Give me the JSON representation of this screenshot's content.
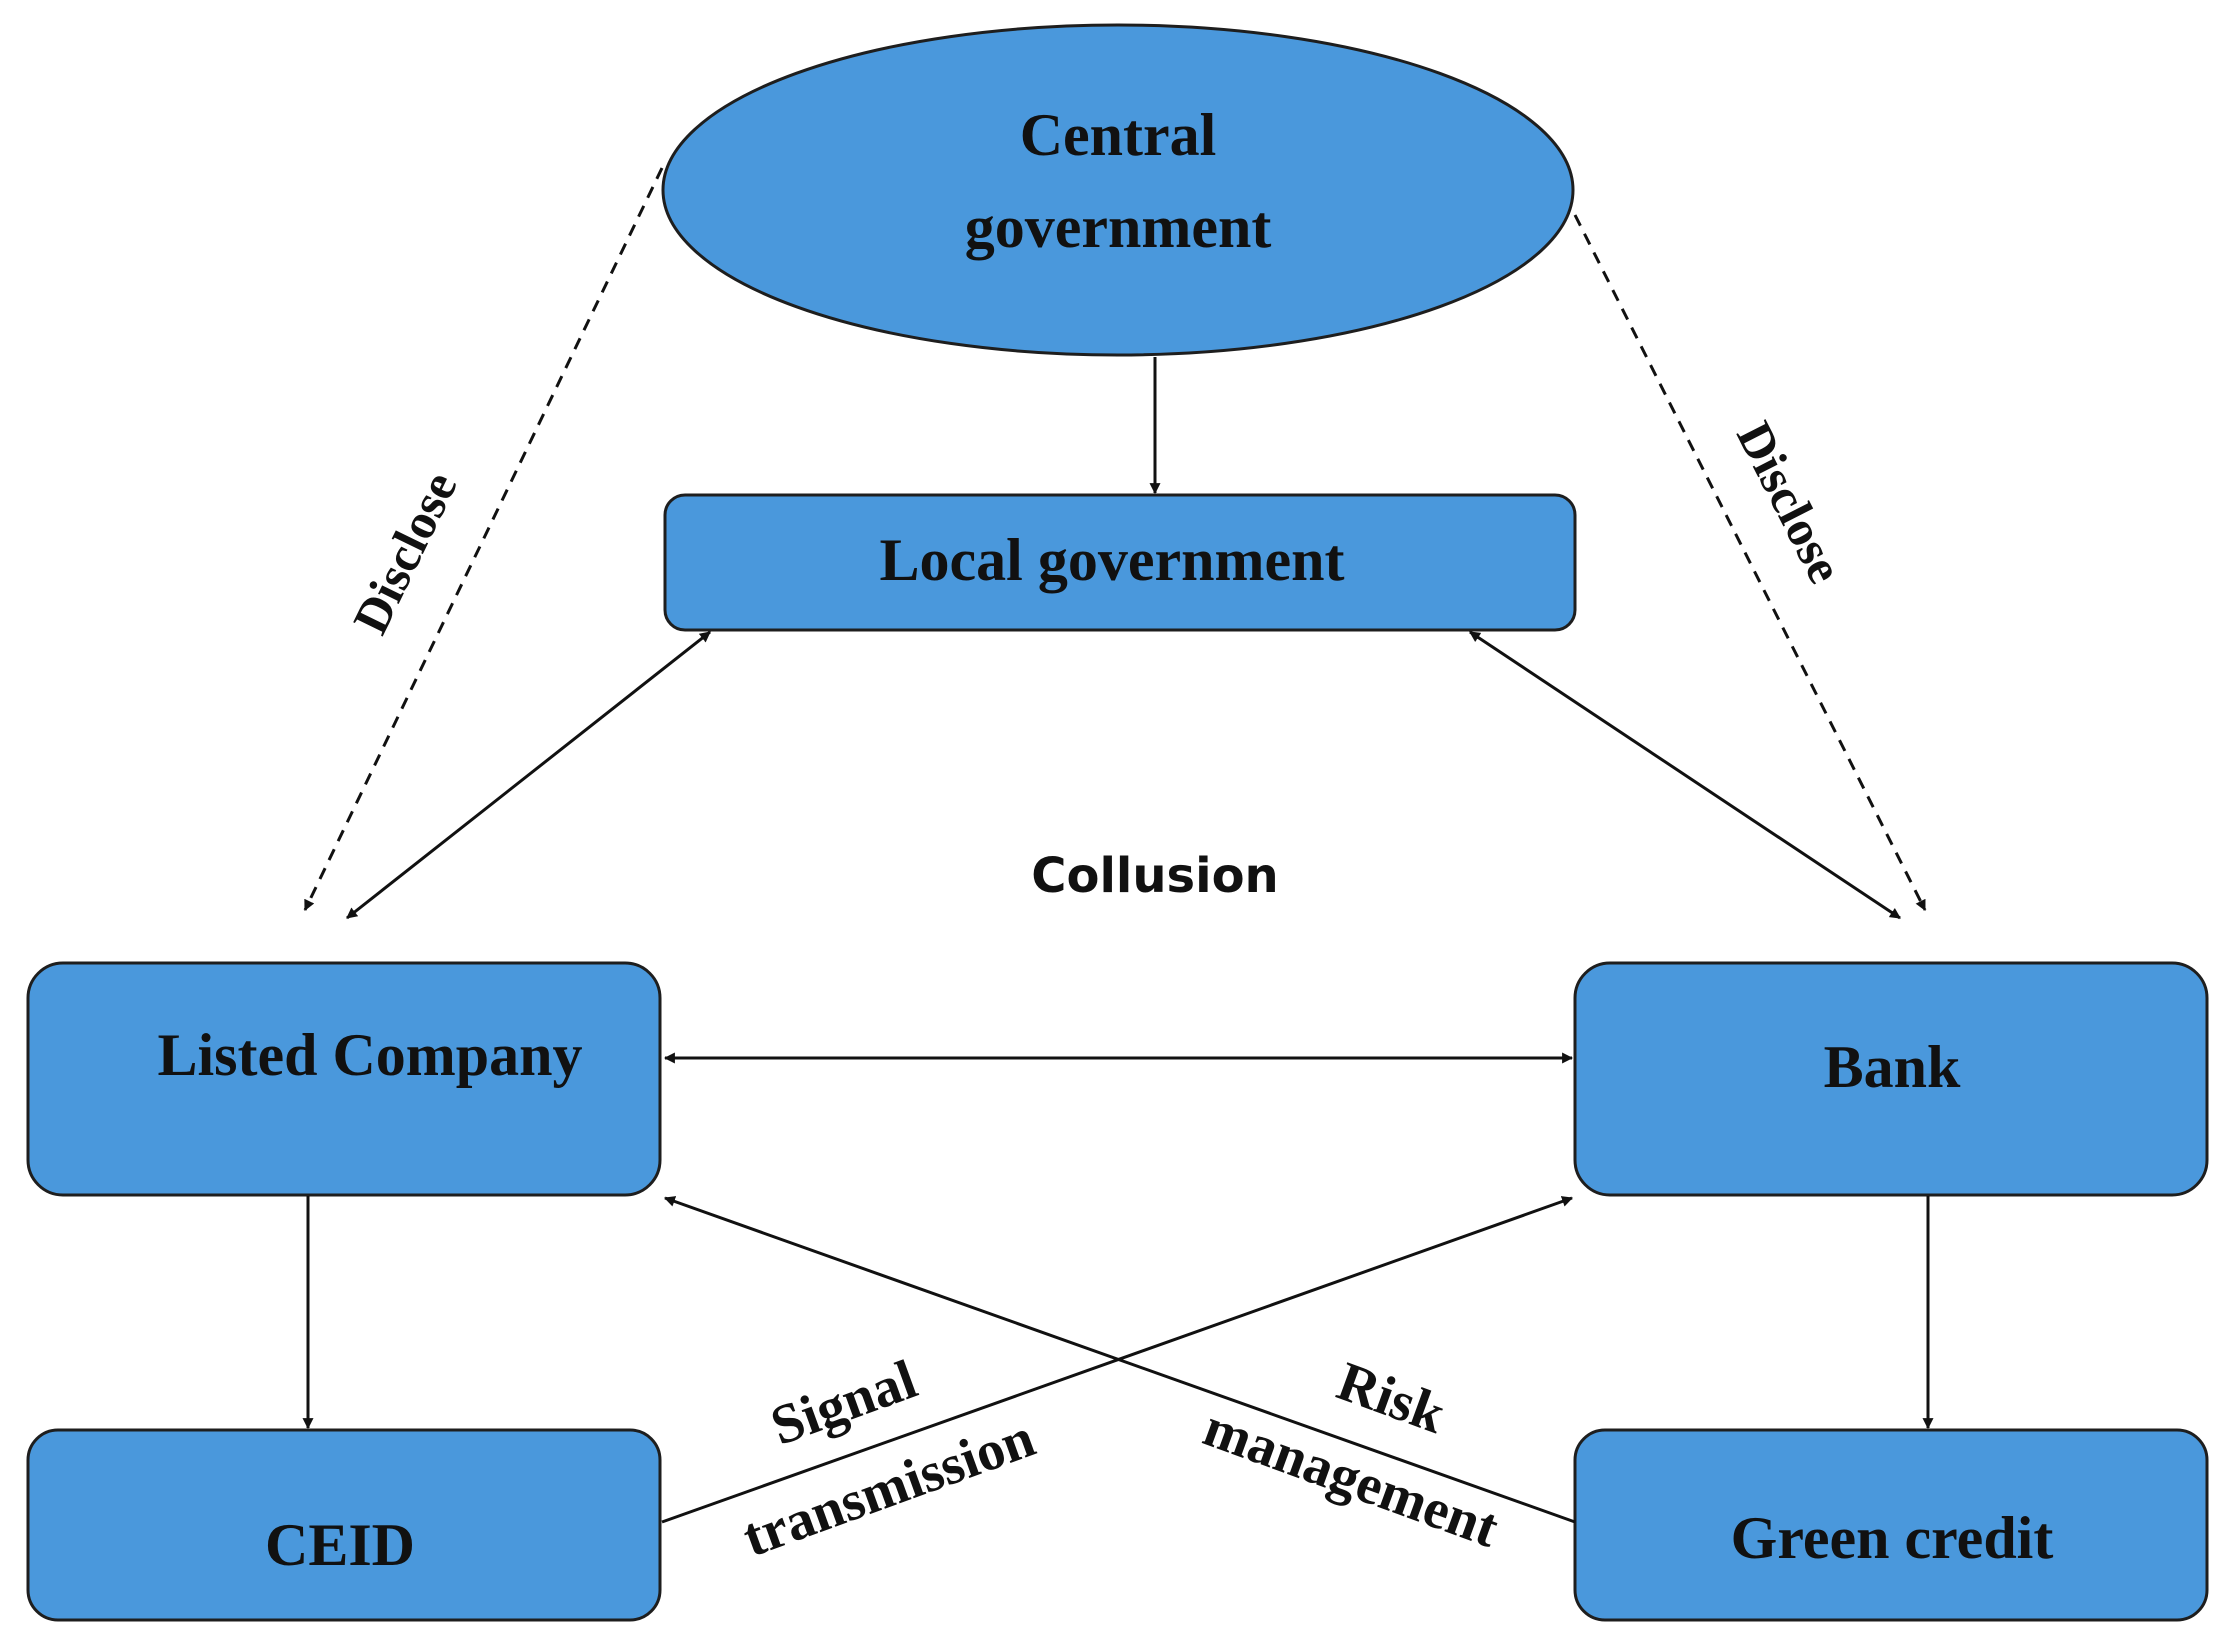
{
  "colors": {
    "node_fill": "#4A98DC",
    "node_stroke": "#1E1E1E",
    "edge": "#111111"
  },
  "nodes": {
    "central_government": {
      "line1": "Central",
      "line2": "government"
    },
    "local_government": {
      "label": "Local government"
    },
    "listed_company": {
      "label": "Listed Company"
    },
    "bank": {
      "label": "Bank"
    },
    "ceid": {
      "label": "CEID"
    },
    "green_credit": {
      "label": "Green credit"
    }
  },
  "edges": {
    "disclose_left": "Disclose",
    "disclose_right": "Disclose",
    "collusion": "Collusion",
    "signal_line1": "Signal",
    "signal_line2": "transmission",
    "risk_line1": "Risk",
    "risk_line2": "management"
  }
}
